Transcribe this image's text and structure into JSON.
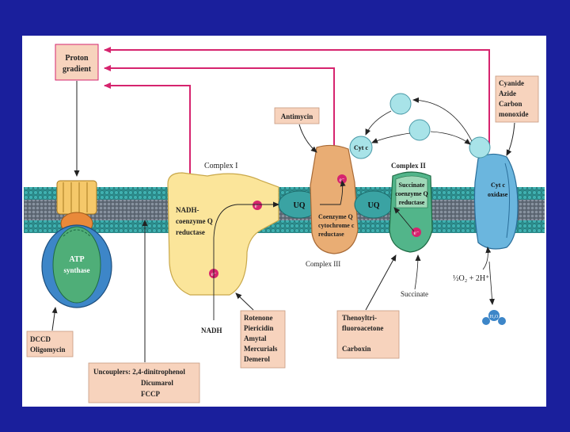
{
  "boxes": {
    "proton_gradient": [
      "Proton",
      "gradient"
    ],
    "cyanide": [
      "Cyanide",
      "Azide",
      "Carbon",
      "monoxide"
    ],
    "antimycin": "Antimycin",
    "dccd": [
      "DCCD",
      "Oligomycin"
    ],
    "uncouplers": [
      "Uncouplers: 2,4-dinitrophenol",
      "Dicumarol",
      "FCCP"
    ],
    "rotenone": [
      "Rotenone",
      "Piericidin",
      "Amytal",
      "Mercurials",
      "Demerol"
    ],
    "thenoyl": [
      "Thenoyltri-",
      "fluoroacetone",
      "",
      "Carboxin"
    ]
  },
  "labels": {
    "complex1": "Complex I",
    "complex2": "Complex II",
    "complex3": "Complex III",
    "nadh_reductase": [
      "NADH-",
      "coenzyme Q",
      "reductase"
    ],
    "atp_synthase": [
      "ATP",
      "synthase"
    ],
    "uq1": "UQ",
    "uq2": "UQ",
    "coq_cyt": [
      "Coenzyme Q",
      "cytochrome c",
      "reductase"
    ],
    "succ_coq": [
      "Succinate",
      "coenzyme Q",
      "reductase"
    ],
    "cytc": "Cyt c",
    "cyt_oxidase": [
      "Cyt c",
      "oxidase"
    ],
    "nadh": "NADH",
    "succinate": "Succinate",
    "oxygen_eq": "½O₂ + 2H⁺",
    "water": "H₂O",
    "electron": "e⁻"
  },
  "colors": {
    "background": "#1a1f9c",
    "proton_line": "#d6246e",
    "box_fill": "#f7d3bd",
    "membrane": "#2f9b9b",
    "complex1": "#fbe59a",
    "complex3": "#e9ad74",
    "complex2": "#52b58a",
    "oxidase": "#6bb6de",
    "cytc": "#a8e3e8",
    "electron": "#d6246e"
  }
}
